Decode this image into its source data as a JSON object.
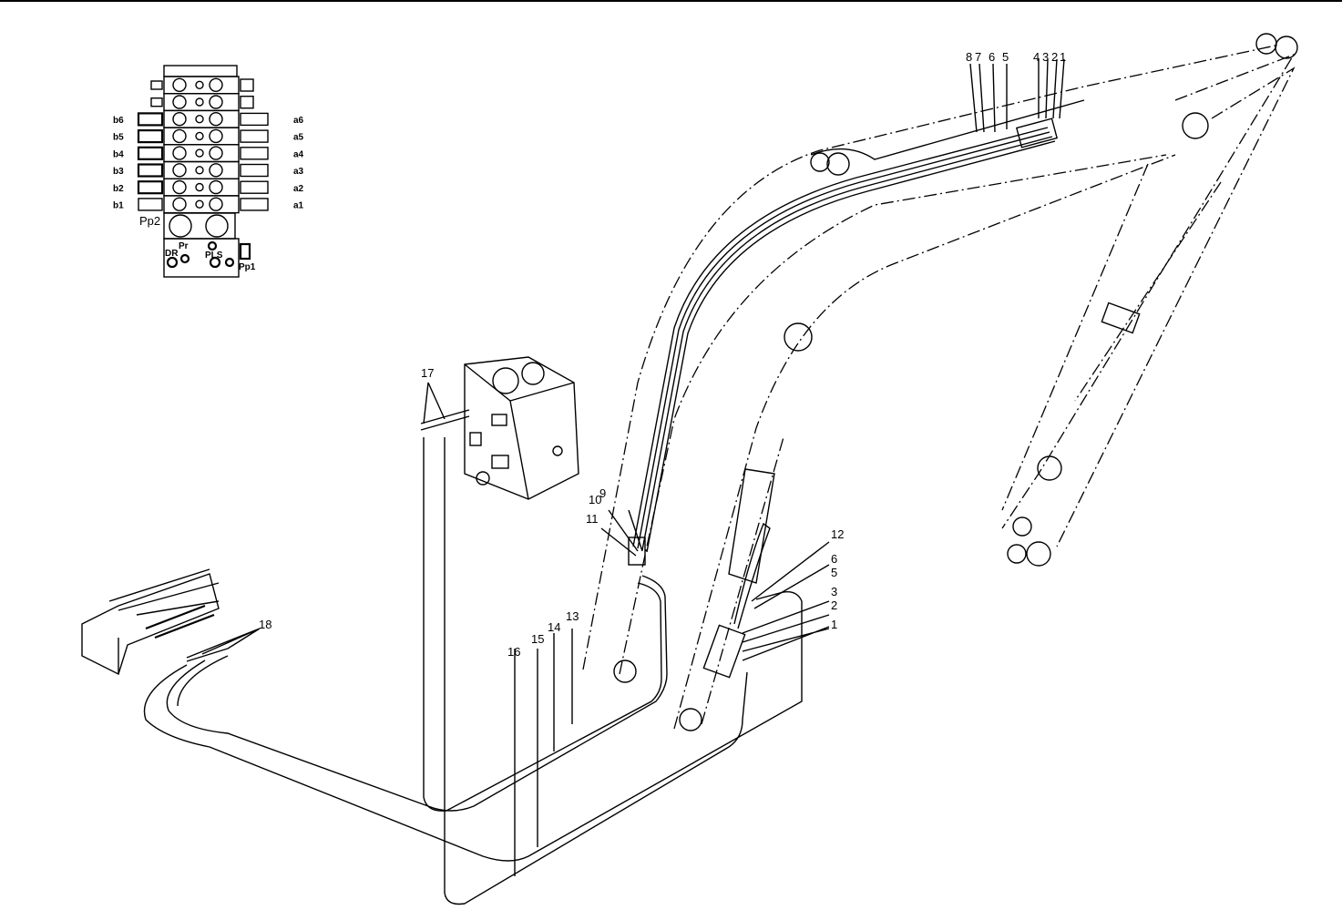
{
  "valve_block": {
    "left_ports": [
      "b6",
      "b5",
      "b4",
      "b3",
      "b2",
      "b1"
    ],
    "right_ports": [
      "a6",
      "a5",
      "a4",
      "a3",
      "a2",
      "a1"
    ],
    "pp2": "Pp2",
    "pr": "Pr",
    "dr": "DR",
    "pls": "PLS",
    "pp1": "Pp1"
  },
  "callouts": {
    "arm_top": [
      "8",
      "7",
      "6",
      "5",
      "4",
      "3",
      "2",
      "1"
    ],
    "n17": "17",
    "n10": "10",
    "n9": "9",
    "n11": "11",
    "boom_side": [
      "12",
      "6",
      "5",
      "3",
      "2",
      "1"
    ],
    "n18": "18",
    "bottom": [
      "16",
      "15",
      "14",
      "13"
    ]
  }
}
